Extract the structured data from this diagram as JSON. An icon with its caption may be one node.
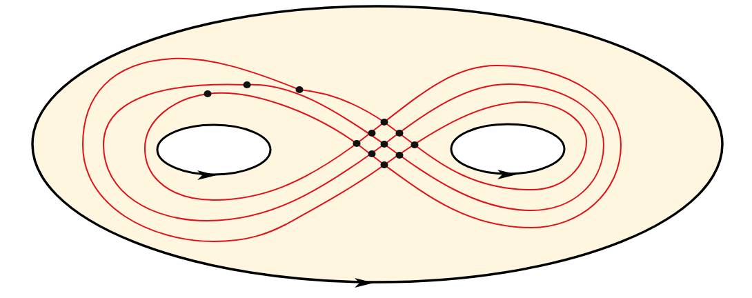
{
  "diagram": {
    "nodes": [
      {
        "text": [],
        "shape": "ellipse"
      },
      {
        "text": [],
        "shape": "ellipse",
        "in": 0
      },
      {
        "text": [],
        "shape": "ellipse",
        "in": 0
      }
    ]
  }
}
